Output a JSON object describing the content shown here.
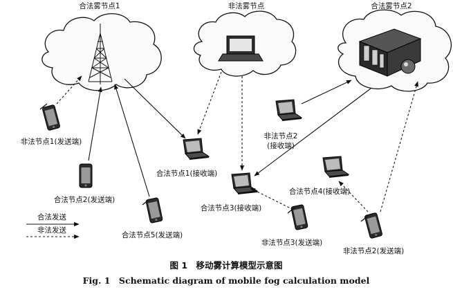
{
  "clouds": {
    "legal_fog_1": "合法雾节点1",
    "illegal_fog": "非法雾节点",
    "legal_fog_2": "合法雾节点2"
  },
  "nodes": {
    "illegal_node1_send": "非法节点1(发送端)",
    "legal_node2_send": "合法节点2(发送端)",
    "legal_node5_send": "合法节点5(发送端)",
    "legal_node1_recv": "合法节点1(接收端)",
    "illegal_node2_recv_line1": "非法节点2",
    "illegal_node2_recv_line2": "(接收端)",
    "legal_node3_recv": "合法节点3(接收端)",
    "legal_node4_recv": "合法节点4(接收端)",
    "illegal_node3_send": "非法节点3(发送端)",
    "illegal_node2_send": "非法节点2(发送端)"
  },
  "legend": {
    "legal_send": "合法发送",
    "illegal_send": "非法发送"
  },
  "caption": {
    "chinese": "图 1　移动雾计算模型示意图",
    "english": "Fig. 1　Schematic diagram of mobile fog calculation model"
  }
}
